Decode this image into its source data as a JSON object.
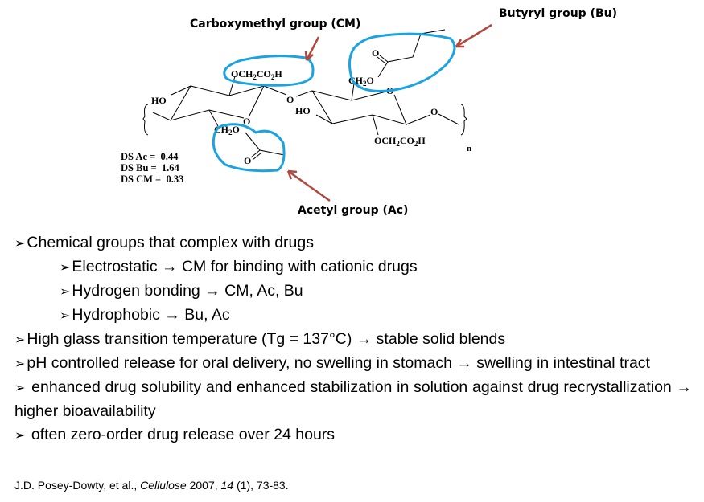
{
  "diagram": {
    "labels": {
      "cm": "Carboxymethyl group (CM)",
      "bu": "Butyryl group (Bu)",
      "ac": "Acetyl group (Ac)"
    },
    "ds_values": [
      {
        "label": "DS Ac =",
        "value": "0.44"
      },
      {
        "label": "DS Bu =",
        "value": "1.64"
      },
      {
        "label": "DS CM =",
        "value": "0.33"
      }
    ],
    "circle_color": "#1aa3e0",
    "arrow_color": "#b0483f"
  },
  "bullets": [
    {
      "level": 1,
      "text": "Chemical groups that complex with drugs"
    },
    {
      "level": 2,
      "text": "Electrostatic → CM for binding with cationic drugs"
    },
    {
      "level": 2,
      "text": "Hydrogen bonding → CM, Ac, Bu"
    },
    {
      "level": 2,
      "text": "Hydrophobic → Bu, Ac"
    },
    {
      "level": 1,
      "text": "High glass transition temperature (Tg = 137°C) → stable solid blends"
    },
    {
      "level": 1,
      "text": "pH controlled release for oral delivery, no swelling in stomach → swelling in intestinal tract"
    },
    {
      "level": 1,
      "text": "enhanced drug solubility and enhanced stabilization in solution against drug recrystallization → higher bioavailability"
    },
    {
      "level": 1,
      "text": "often zero-order drug release over 24 hours"
    }
  ],
  "citation": {
    "authors": "J.D. Posey-Dowty, et al., ",
    "journal": "Cellulose",
    "year": " 2007, ",
    "volume": "14",
    "rest": " (1), 73-83."
  }
}
